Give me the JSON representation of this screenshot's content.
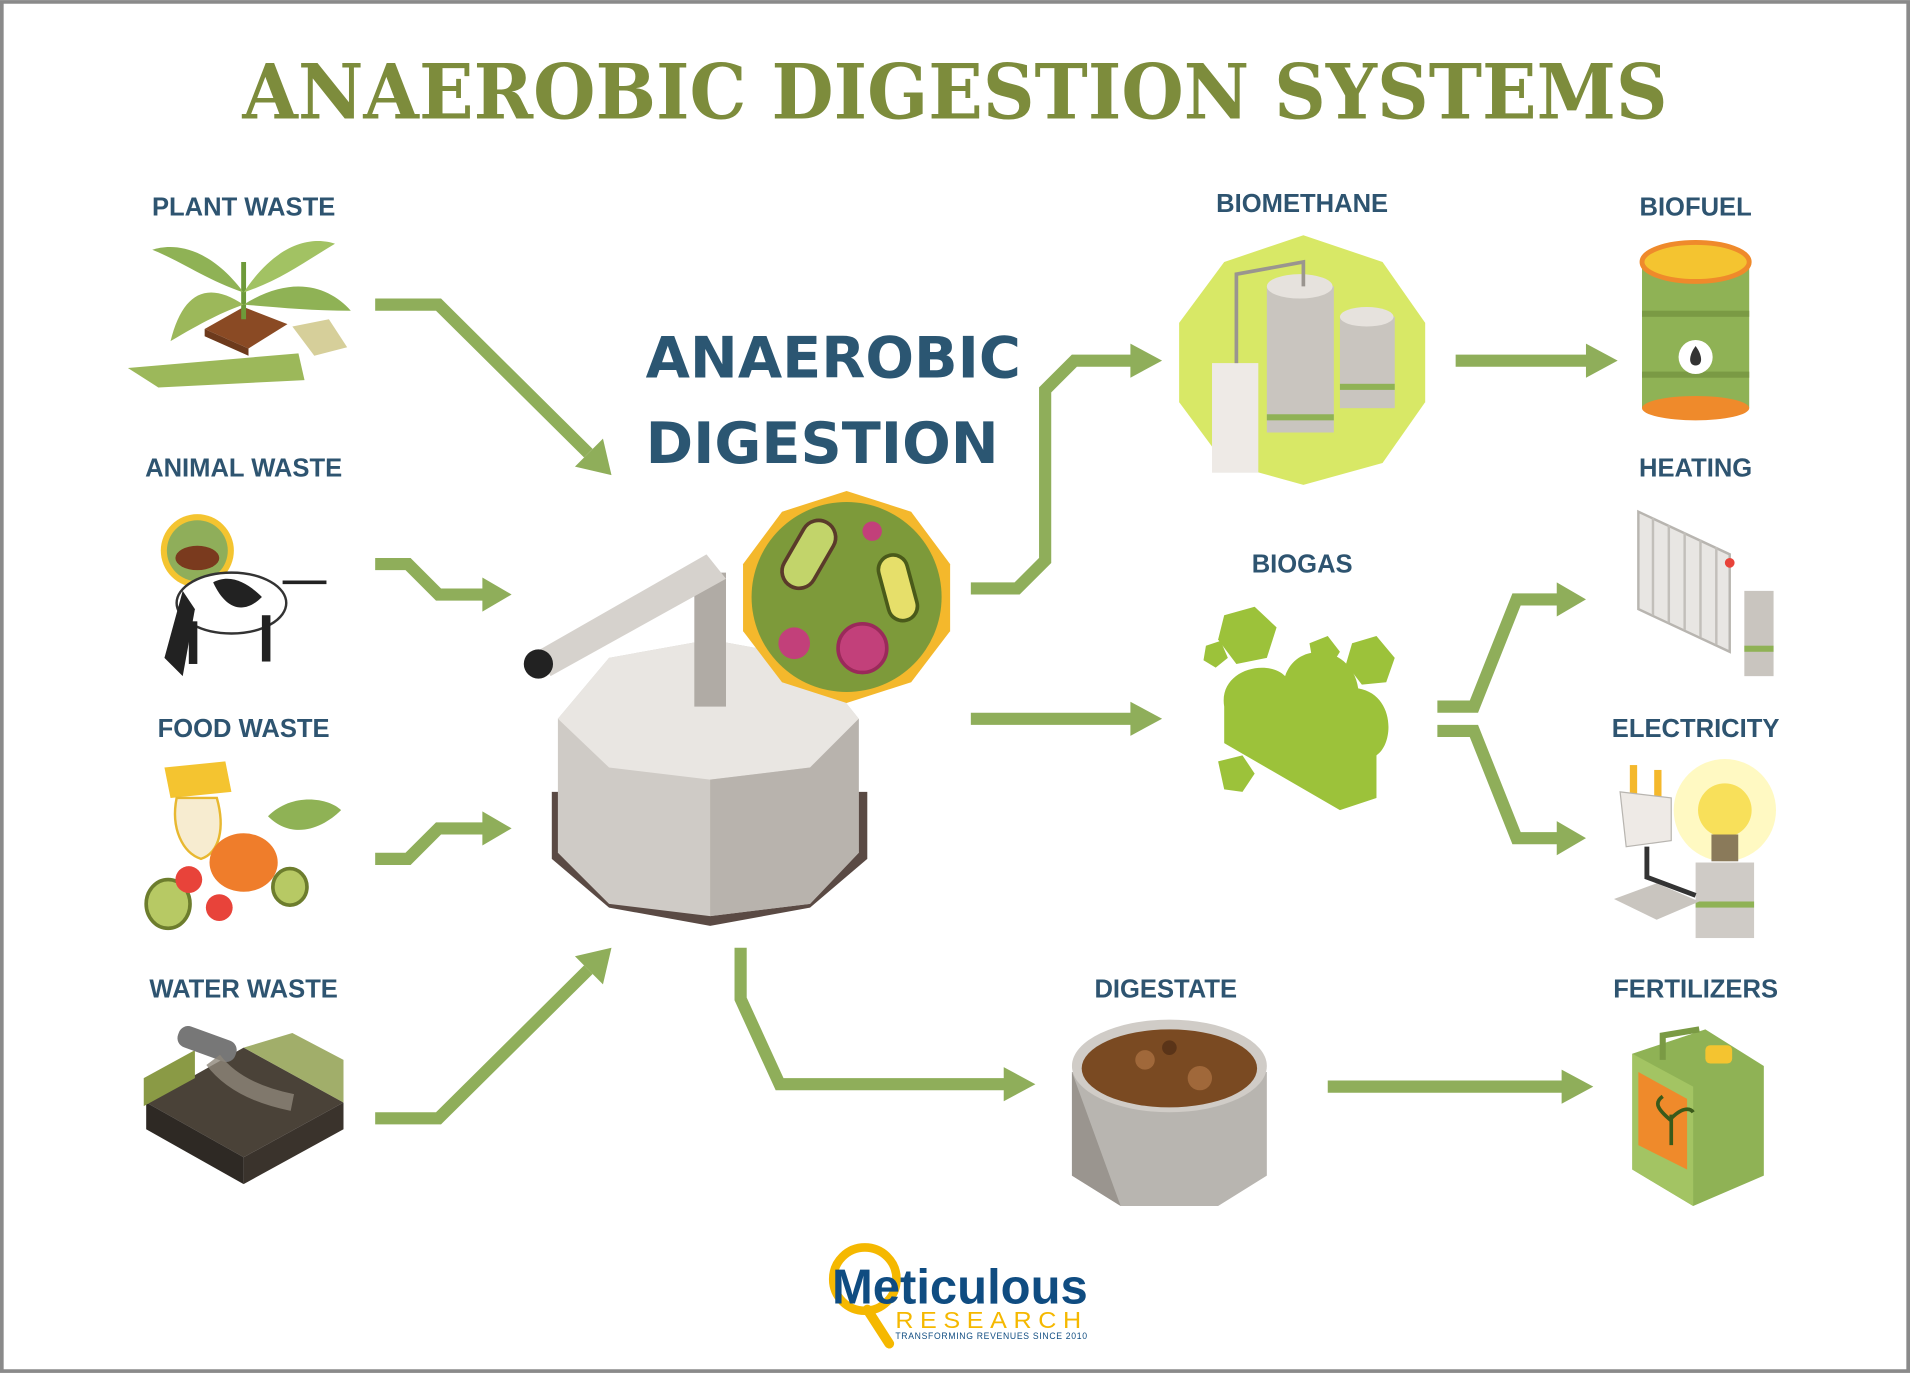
{
  "title": "ANAEROBIC DIGESTION SYSTEMS",
  "center": {
    "line1": "ANAEROBIC",
    "line2": "DIGESTION"
  },
  "inputs": [
    {
      "label": "PLANT WASTE",
      "icon": "plant-icon"
    },
    {
      "label": "ANIMAL WASTE",
      "icon": "cow-icon"
    },
    {
      "label": "FOOD WASTE",
      "icon": "food-icon"
    },
    {
      "label": "WATER WASTE",
      "icon": "wastewater-icon"
    }
  ],
  "products": {
    "biomethane": "BIOMETHANE",
    "biogas": "BIOGAS",
    "digestate": "DIGESTATE",
    "biofuel": "BIOFUEL",
    "heating": "HEATING",
    "electricity": "ELECTRICITY",
    "fertilizers": "FERTILIZERS"
  },
  "logo": {
    "name": "Meticulous",
    "sub": "RESEARCH",
    "tagline": "TRANSFORMING REVENUES SINCE 2010"
  },
  "colors": {
    "title": "#7d8c3c",
    "label": "#2e5470",
    "arrow": "#8fae5a"
  }
}
